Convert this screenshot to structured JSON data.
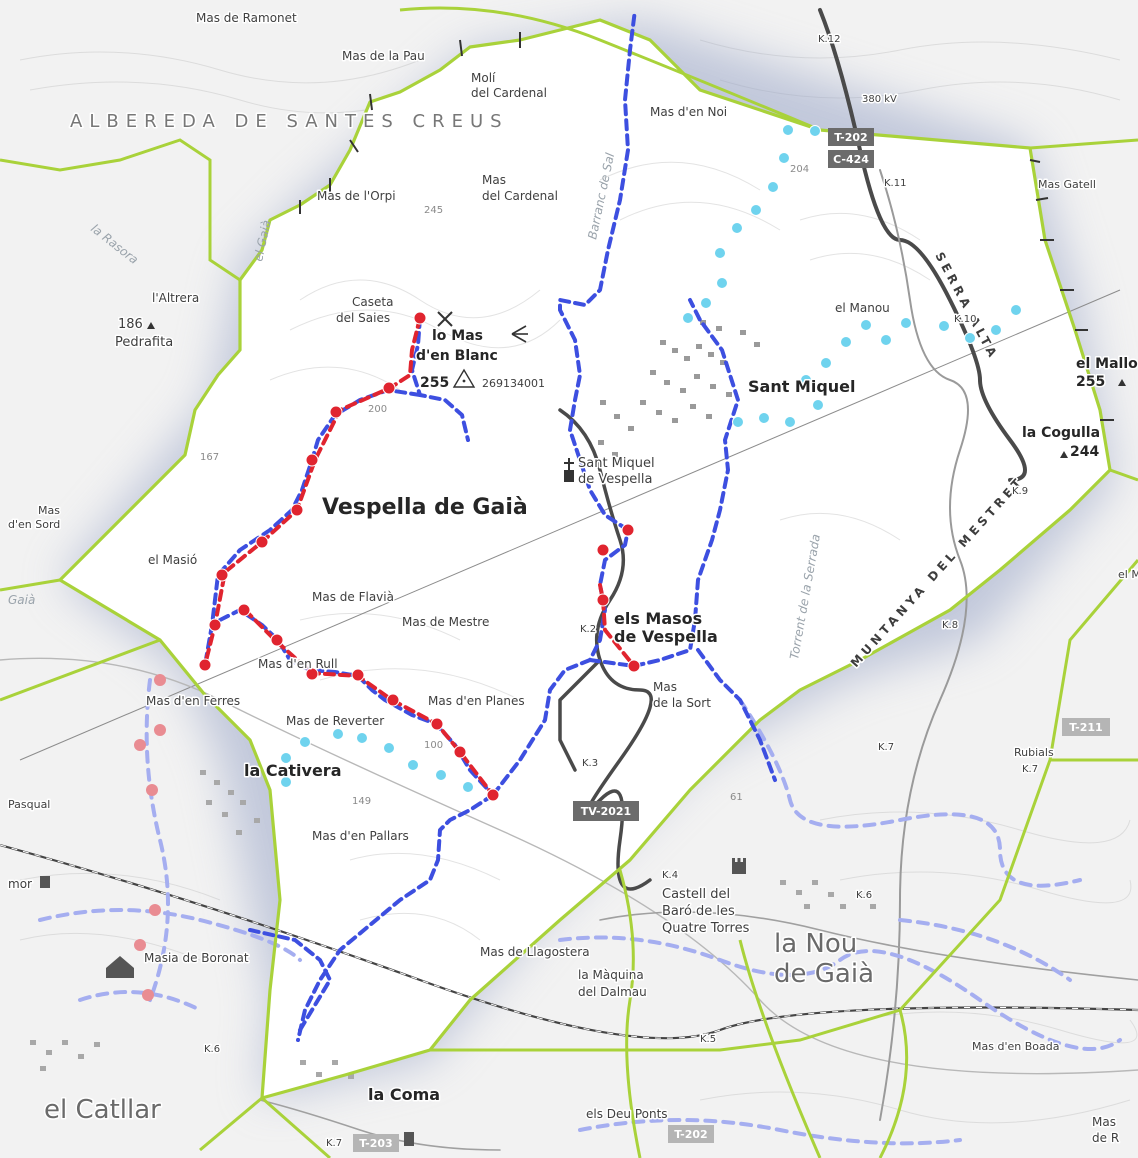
{
  "map": {
    "colors": {
      "background": "#f2f2f2",
      "area_highlight": "#ffffff",
      "boundary": "#a9d23a",
      "trail_blue": "#3d4fe0",
      "trail_red": "#e0242f",
      "trail_cyan": "#6fd3ee",
      "trail_faded": "#a5aef0",
      "road_main": "#4a4a4a",
      "road_label_bg": "#6b6b6b",
      "railway": "#333333"
    },
    "municipality": "Vespella de Gaià",
    "labels": {
      "albereda": "ALBEREDA DE SANTES CREUS",
      "serra_alta": "SERRA ALTA",
      "muntanya": "MUNTANYA DEL MESTRET",
      "mas_ramonet": "Mas de Ramonet",
      "mas_la_pau": "Mas de la Pau",
      "moli_cardenal_1": "Molí",
      "moli_cardenal_2": "del Cardenal",
      "mas_en_noi": "Mas d'en Noi",
      "line_380": "380 kV",
      "mas_orpi": "Mas de l'Orpi",
      "mas_cardenal_1": "Mas",
      "mas_cardenal_2": "del Cardenal",
      "mas_gatell": "Mas Gatell",
      "caseta_1": "Caseta",
      "caseta_2": "del Saies",
      "mas_blanc_1": "lo Mas",
      "mas_blanc_2": "d'en Blanc",
      "peak_255": "255",
      "geodesic": "269134001",
      "laltrera": "l'Altrera",
      "pedrafita_alt": "186",
      "pedrafita": "Pedrafita",
      "el_manou": "el Manou",
      "sant_miquel": "Sant Miquel",
      "el_mallo": "el Mallo",
      "el_mallo_alt": "255",
      "la_cogulla": "la Cogulla",
      "la_cogulla_alt": "244",
      "sant_miquel_vespella_1": "Sant Miquel",
      "sant_miquel_vespella_2": "de Vespella",
      "mas_en_sord_1": "Mas",
      "mas_en_sord_2": "d'en Sord",
      "el_masio": "el Masió",
      "mas_flavia": "Mas de Flavià",
      "mas_mestre": "Mas de Mestre",
      "els_masos_1": "els Masos",
      "els_masos_2": "de Vespella",
      "mas_en_rull": "Mas d'en Rull",
      "mas_en_ferres": "Mas d'en Ferres",
      "mas_en_planes": "Mas d'en Planes",
      "mas_la_sort_1": "Mas",
      "mas_la_sort_2": "de la Sort",
      "mas_reverter": "Mas de Reverter",
      "la_cativera": "la Cativera",
      "pasqual": "Pasqual",
      "mas_en_pallars": "Mas d'en Pallars",
      "castell_1": "Castell del",
      "castell_2": "Baró de les",
      "castell_3": "Quatre Torres",
      "rubials": "Rubials",
      "masia_boronat": "Masia de Boronat",
      "mas_llagostera": "Mas de Llagostera",
      "la_maquina_1": "la Màquina",
      "la_maquina_2": "del Dalmau",
      "la_nou_1": "la Nou",
      "la_nou_2": "de Gaià",
      "mas_en_boada": "Mas d'en Boada",
      "el_catllar": "el Catllar",
      "la_coma": "la Coma",
      "els_deu_ponts": "els Deu Ponts",
      "mas_de_r": "Mas",
      "mas_de_r_2": "de R",
      "gaia_left": "Gaià",
      "mor": "mor",
      "el_gaia_river": "el Gaià",
      "la_rasora": "la Rasora",
      "barranc": "Barranc de Sal",
      "torrent": "Torrent de la Serrada",
      "el_ma": "el Ma"
    },
    "roads": {
      "t202_top": "T-202",
      "c424": "C-424",
      "tv2021": "TV-2021",
      "t211": "T-211",
      "t203": "T-203",
      "t202_bottom": "T-202"
    },
    "km_markers": {
      "k12": "K.12",
      "k11": "K.11",
      "k10": "K.10",
      "k9": "K.9",
      "k8": "K.8",
      "k7a": "K.7",
      "k7b": "K.7",
      "k6a": "K.6",
      "k6b": "K.6",
      "k5": "K.5",
      "k4": "K.4",
      "k3": "K.3",
      "k2": "K.2",
      "k7c": "K.7"
    },
    "contours": {
      "c245": "245",
      "c204": "204",
      "c200": "200",
      "c167": "167",
      "c100": "100",
      "c149": "149",
      "c61": "61"
    }
  }
}
